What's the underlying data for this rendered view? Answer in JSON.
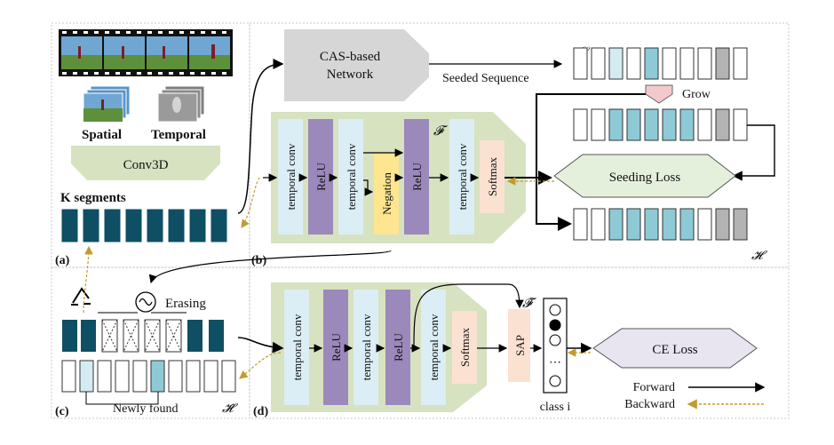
{
  "frames": {
    "spatial_label": "Spatial",
    "temporal_label": "Temporal",
    "conv3d_label": "Conv3D"
  },
  "segments": {
    "label": "K segments"
  },
  "panel_labels": {
    "a": "(a)",
    "b": "(b)",
    "c": "(c)",
    "d": "(d)"
  },
  "cas": {
    "label_line1": "CAS-based",
    "label_line2": "Network",
    "seeded_label": "Seeded Sequence",
    "s_symbol": "𝒮",
    "grow_label": "Grow",
    "seeding_loss_label": "Seeding Loss",
    "h_symbol": "𝓗"
  },
  "block_b": {
    "f_symbol": "𝓕",
    "temporal_conv_1": "temporal conv",
    "relu_1": "ReLU",
    "temporal_conv_2": "temporal conv",
    "negation": "Negation",
    "relu_2": "ReLU",
    "temporal_conv_3": "temporal conv",
    "softmax": "Softmax"
  },
  "erasing": {
    "label": "Erasing",
    "newly_found": "Newly found",
    "h_hat_symbol": "𝓗̂"
  },
  "block_d": {
    "f_grave_symbol": "𝓕̀",
    "temporal_conv_1": "temporal conv",
    "relu_1": "ReLU",
    "temporal_conv_2": "temporal conv",
    "relu_2": "ReLU",
    "temporal_conv_3": "temporal conv",
    "softmax": "Softmax",
    "sap": "SAP",
    "ellipsis": "⋯",
    "class_label": "class i",
    "ce_loss": "CE Loss"
  },
  "legend": {
    "forward": "Forward",
    "backward": "Backward"
  },
  "colors": {
    "teal_dark": "#0f4f63",
    "teal_light": "#d5ebf2",
    "teal_mid": "#8ecad6",
    "gray": "#b3b3b3",
    "green_bg": "#d6e2c0",
    "conv_box": "#dceef5",
    "relu_box": "#9b89bb",
    "negation_box": "#fde68f",
    "softmax_box": "#fbe1d2",
    "cas_gray": "#d6d6d6",
    "seed_loss": "#e5f0dc",
    "ce_loss": "#e9e5f0",
    "backward_arrow": "#c29a2f"
  }
}
